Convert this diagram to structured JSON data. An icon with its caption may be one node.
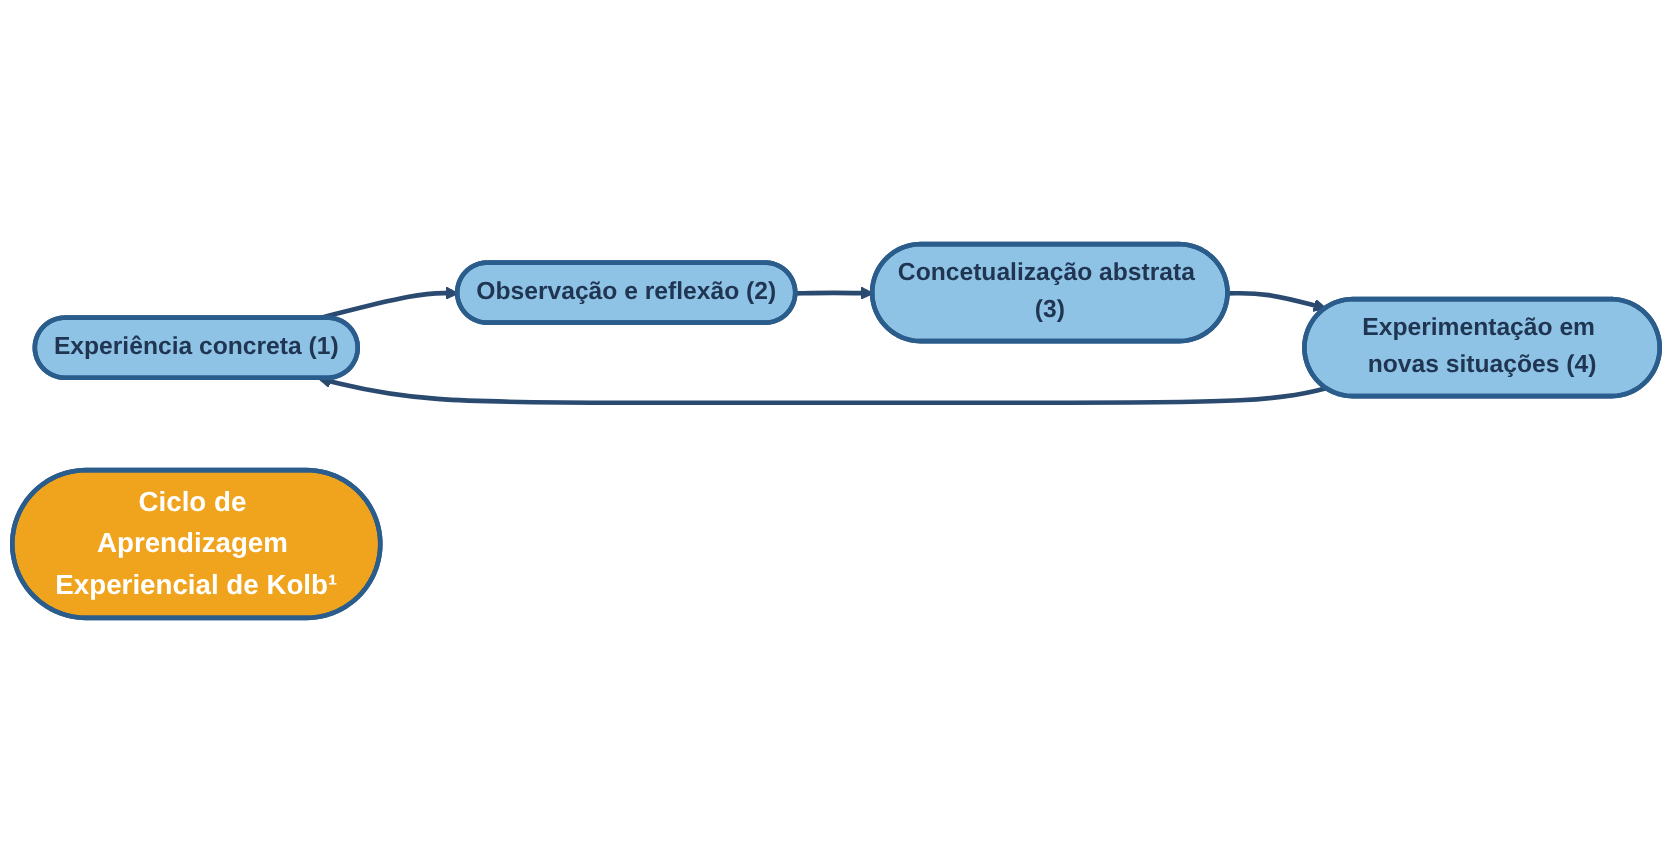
{
  "diagram": {
    "nodes": [
      {
        "text": [
          "Experiência concreta (1)"
        ]
      },
      {
        "text": [
          "Observação e reflexão (2)"
        ]
      },
      {
        "text": [
          "Concetualização abstrata (3)"
        ]
      },
      {
        "text": [
          "Experimentação em novas situações (4)"
        ]
      },
      {
        "text": [
          "Ciclo de Aprendizagem Experiencial de Kolb¹"
        ]
      }
    ],
    "edges": [
      {
        "from": 0,
        "to": 1,
        "arrow": "to"
      },
      {
        "from": 1,
        "to": 2,
        "arrow": "to"
      },
      {
        "from": 2,
        "to": 3,
        "arrow": "to"
      },
      {
        "from": 3,
        "to": 0,
        "arrow": "to"
      }
    ]
  }
}
